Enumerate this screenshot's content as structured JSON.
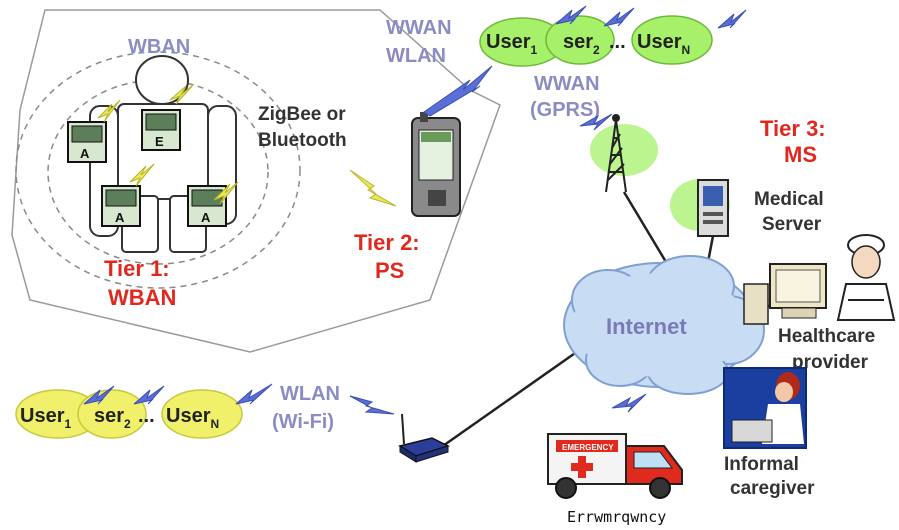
{
  "colors": {
    "tier_red": "#e0281e",
    "network_blue": "#8c8cc4",
    "wireless_bolt": "#5a6fd6",
    "user_cloud_green": "#a6f06a",
    "user_cloud_yellow": "#f0f06a",
    "internet_cloud": "#c8dcf4",
    "sensor_bolt": "#e8e85a"
  },
  "wban_zone": {
    "label": "WBAN",
    "sensor_letters": [
      "A",
      "E",
      "A",
      "A"
    ],
    "zigbee_label": [
      "ZigBee or",
      "Bluetooth"
    ],
    "tier1_label": [
      "Tier 1:",
      "WBAN"
    ]
  },
  "personal_server": {
    "tier2_label": [
      "Tier 2:",
      "PS"
    ]
  },
  "wwan_top": {
    "label": [
      "WWAN",
      "WLAN"
    ],
    "users": {
      "user1_main": "User",
      "user1_sub": "1",
      "user2_main": "ser",
      "user2_sub": "2",
      "ellipsis": "...",
      "userN_main": "User",
      "userN_sub": "N"
    }
  },
  "wwan_gprs": {
    "label": [
      "WWAN",
      "(GPRS)"
    ]
  },
  "medical_server": {
    "tier3_label": [
      "Tier 3:",
      "MS"
    ],
    "label": [
      "Medical",
      "Server"
    ]
  },
  "internet": {
    "label": "Internet"
  },
  "healthcare": {
    "label": [
      "Healthcare",
      "provider"
    ]
  },
  "caregiver": {
    "label": [
      "Informal",
      "caregiver"
    ]
  },
  "wlan_bottom": {
    "label": [
      "WLAN",
      "(Wi-Fi)"
    ],
    "users": {
      "user1_main": "User",
      "user1_sub": "1",
      "user2_main": "ser",
      "user2_sub": "2",
      "ellipsis": "...",
      "userN_main": "User",
      "userN_sub": "N"
    }
  },
  "ambulance": {
    "sign": "EMERGENCY",
    "caption": "Errwmrqwncy"
  }
}
